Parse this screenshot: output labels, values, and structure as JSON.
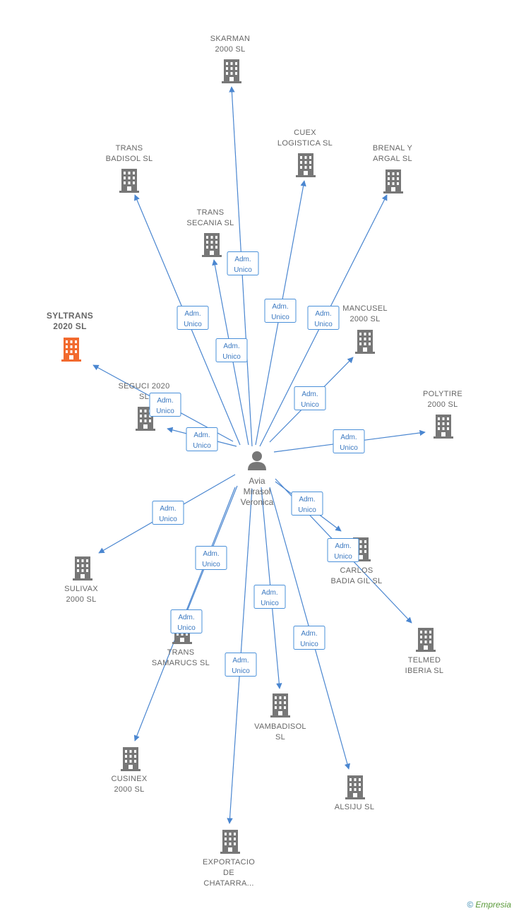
{
  "person": {
    "lines": [
      "Avia",
      "Mirasol",
      "Veronica"
    ]
  },
  "role_label": [
    "Adm.",
    "Unico"
  ],
  "companies": [
    {
      "id": "skarman",
      "lines": [
        "SKARMAN",
        "2000  SL"
      ],
      "highlight": false
    },
    {
      "id": "trans-badisol",
      "lines": [
        "TRANS",
        "BADISOL  SL"
      ],
      "highlight": false
    },
    {
      "id": "cuex",
      "lines": [
        "CUEX",
        "LOGISTICA  SL"
      ],
      "highlight": false
    },
    {
      "id": "brenal",
      "lines": [
        "BRENAL Y",
        "ARGAL  SL"
      ],
      "highlight": false
    },
    {
      "id": "trans-secania",
      "lines": [
        "TRANS",
        "SECANIA  SL"
      ],
      "highlight": false
    },
    {
      "id": "mancusel",
      "lines": [
        "MANCUSEL",
        "2000  SL"
      ],
      "highlight": false
    },
    {
      "id": "syltrans",
      "lines": [
        "SYLTRANS",
        "2020  SL"
      ],
      "highlight": true
    },
    {
      "id": "seguci",
      "lines": [
        "SEGUCI 2020",
        "SL"
      ],
      "highlight": false
    },
    {
      "id": "polytire",
      "lines": [
        "POLYTIRE",
        "2000  SL"
      ],
      "highlight": false
    },
    {
      "id": "sulivax",
      "lines": [
        "SULIVAX",
        "2000  SL"
      ],
      "highlight": false
    },
    {
      "id": "carlos-badia",
      "lines": [
        "CARLOS",
        "BADIA GIL SL"
      ],
      "highlight": false
    },
    {
      "id": "trans-samarucs",
      "lines": [
        "TRANS",
        "SAMARUCS  SL"
      ],
      "highlight": false
    },
    {
      "id": "telmed",
      "lines": [
        "TELMED",
        "IBERIA  SL"
      ],
      "highlight": false
    },
    {
      "id": "vambadisol",
      "lines": [
        "VAMBADISOL",
        "SL"
      ],
      "highlight": false
    },
    {
      "id": "cusinex",
      "lines": [
        "CUSINEX",
        "2000  SL"
      ],
      "highlight": false
    },
    {
      "id": "alsiju",
      "lines": [
        "ALSIJU  SL"
      ],
      "highlight": false
    },
    {
      "id": "exportacio",
      "lines": [
        "EXPORTACIO",
        "DE",
        "CHATARRA..."
      ],
      "highlight": false
    }
  ],
  "colors": {
    "building": "#777777",
    "highlight": "#f26a2e",
    "edge": "#4a86d0",
    "person": "#777777"
  },
  "footer": {
    "copyright": "©",
    "brand": "Empresia"
  }
}
